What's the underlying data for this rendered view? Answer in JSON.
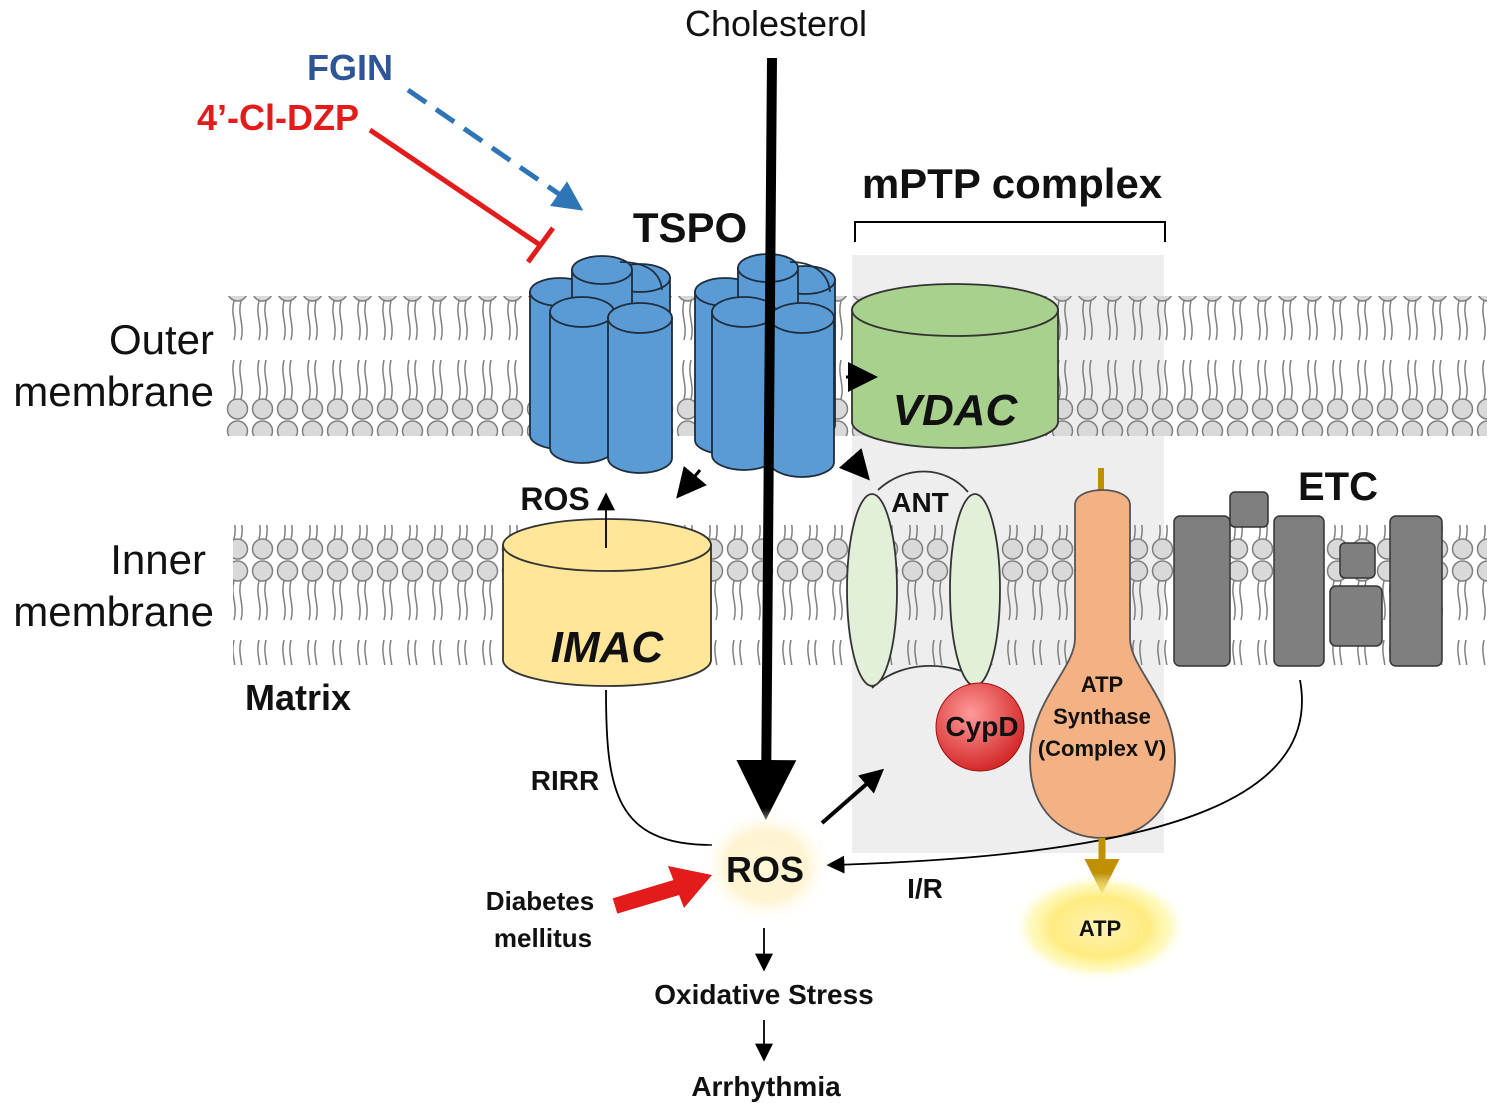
{
  "labels": {
    "cholesterol": "Cholesterol",
    "fgin": "FGIN",
    "cl_dzp": "4’-Cl-DZP",
    "tspo": "TSPO",
    "mptp": "mPTP complex",
    "outer1": "Outer",
    "outer2": "membrane",
    "inner1": "Inner",
    "inner2": "membrane",
    "matrix": "Matrix",
    "ros_upper": "ROS",
    "vdac": "VDAC",
    "ant": "ANT",
    "etc": "ETC",
    "imac": "IMAC",
    "cypd": "CypD",
    "atp_synth1": "ATP",
    "atp_synth2": "Synthase",
    "atp_synth3": "(Complex V)",
    "rirr": "RIRR",
    "ros_center": "ROS",
    "ir": "I/R",
    "atp": "ATP",
    "diabetes1": "Diabetes",
    "diabetes2": "mellitus",
    "oxidative": "Oxidative Stress",
    "arrhythmia": "Arrhythmia"
  },
  "colors": {
    "tspo": "#5b9bd5",
    "vdac": "#a9d18e",
    "imac": "#ffe699",
    "ant": "#e2f0d9",
    "cypd": "#e84a4a",
    "atp_synthase": "#f4b183",
    "etc": "#7f7f7f",
    "fgin": "#2e5597",
    "fgin_arrow": "#2e75b6",
    "cl_dzp": "#e31b1b",
    "atp_flow": "#c09000",
    "mptp_box": "#eeeeee"
  }
}
